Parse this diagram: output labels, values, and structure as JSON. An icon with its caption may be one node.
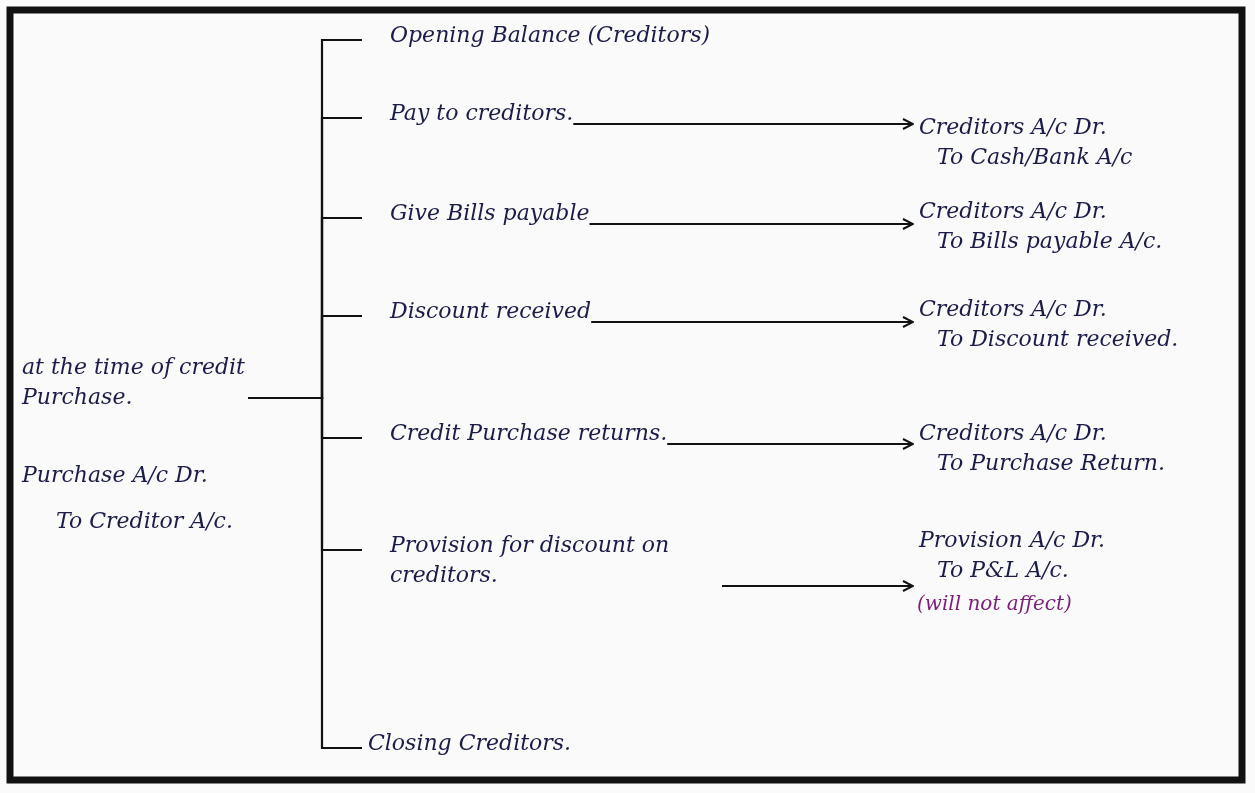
{
  "diagram": {
    "nodes": [
      {
        "text": [
          "at the time of credit Purchase."
        ]
      },
      {
        "text": [
          "Opening Balance (Creditors)"
        ]
      },
      {
        "text": [
          "Pay to creditors."
        ]
      },
      {
        "text": [
          "Give Bills payable"
        ]
      },
      {
        "text": [
          "Discount received"
        ]
      },
      {
        "text": [
          "Credit Purchase returns."
        ]
      },
      {
        "text": [
          "Provision for discount on creditors."
        ]
      },
      {
        "text": [
          "Closing Creditors."
        ]
      },
      {
        "text": [
          "Creditors A/c Dr.",
          "To Cash/Bank A/c"
        ]
      },
      {
        "text": [
          "Creditors A/c Dr.",
          "To Bills payable A/c."
        ]
      },
      {
        "text": [
          "Creditors A/c Dr.",
          "To Discount received."
        ]
      },
      {
        "text": [
          "Creditors A/c Dr.",
          "To Purchase Return."
        ]
      },
      {
        "text": [
          "Provision A/c Dr.",
          "To P&L A/c."
        ],
        "beside": [
          "(will not affect)"
        ]
      }
    ],
    "edges": [
      {
        "from": 0,
        "to": 1,
        "arrow": "none"
      },
      {
        "from": 0,
        "to": 2,
        "arrow": "none"
      },
      {
        "from": 0,
        "to": 3,
        "arrow": "none"
      },
      {
        "from": 0,
        "to": 4,
        "arrow": "none"
      },
      {
        "from": 0,
        "to": 5,
        "arrow": "none"
      },
      {
        "from": 0,
        "to": 6,
        "arrow": "none"
      },
      {
        "from": 0,
        "to": 7,
        "arrow": "none"
      },
      {
        "from": 2,
        "to": 8,
        "arrow": "to"
      },
      {
        "from": 3,
        "to": 9,
        "arrow": "to"
      },
      {
        "from": 4,
        "to": 10,
        "arrow": "to"
      },
      {
        "from": 5,
        "to": 11,
        "arrow": "to"
      },
      {
        "from": 6,
        "to": 12,
        "arrow": "to"
      }
    ],
    "labels": [
      "Purchase A/c Dr.",
      "To Creditor A/c."
    ]
  }
}
